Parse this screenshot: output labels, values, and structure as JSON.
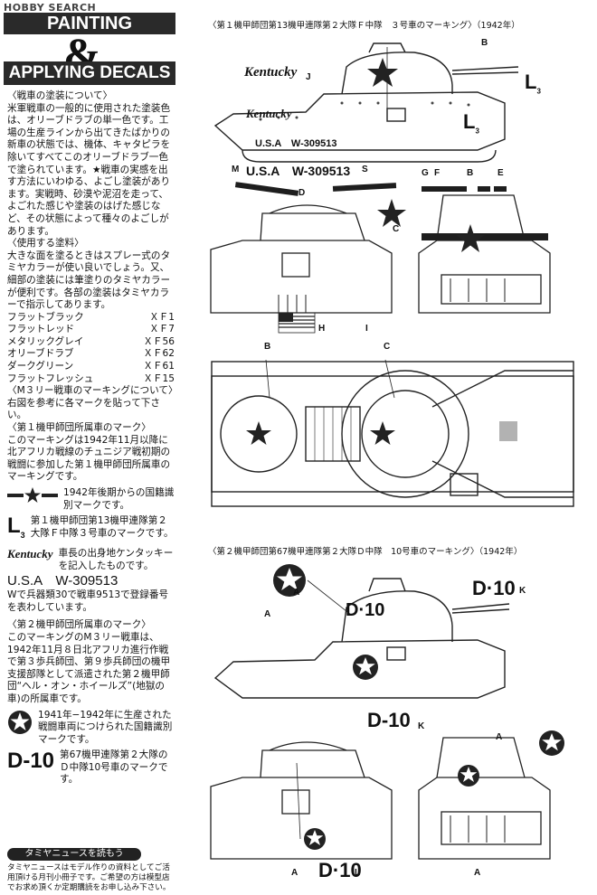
{
  "watermark": "HOBBY SEARCH",
  "header": {
    "line1": "PAINTING",
    "amp": "&",
    "line2": "APPLYING DECALS"
  },
  "intro": {
    "heading": "〈戦車の塗装について〉",
    "text": "米軍戦車の一般的に使用された塗装色は、オリーブドラブの単一色です。工場の生産ラインから出てきたばかりの新車の状態では、機体、キャタピラを除いてすべてこのオリーブドラブ一色で塗られています。★戦車の実感を出す方法にいわゆる、よごし塗装があります。実戦時、砂漠や泥沼を走って、よごれた感じや塗装のはげた感じなど、その状態によって種々のよごしがあります。"
  },
  "paints": {
    "heading": "〈使用する塗料〉",
    "text": "大きな面を塗るときはスプレー式のタミヤカラーが使い良いでしょう。又、細部の塗装には筆塗りのタミヤカラーが便利です。各部の塗装はタミヤカラーで指示してあります。",
    "items": [
      {
        "name": "フラットブラック",
        "code": "ＸＦ1"
      },
      {
        "name": "フラットレッド",
        "code": "ＸＦ7"
      },
      {
        "name": "メタリックグレイ",
        "code": "ＸＦ56"
      },
      {
        "name": "オリーブドラブ",
        "code": "ＸＦ62"
      },
      {
        "name": "ダークグリーン",
        "code": "ＸＦ61"
      },
      {
        "name": "フラットフレッシュ",
        "code": "ＸＦ15"
      }
    ]
  },
  "marking": {
    "heading": "〈M３リー戦車のマーキングについて〉",
    "text": "右図を参考に各マークを貼って下さい。",
    "div1_heading": "〈第１機甲師団所属車のマーク〉",
    "div1_text": "このマーキングは1942年11月以降に北アフリカ戦線のチュニジア戦初期の戦闘に参加した第１機甲師団所属車のマーキングです。",
    "sym1_text": "1942年後期からの国籍識別マークです。",
    "sym2_glyph": "L",
    "sym2_sub": "3",
    "sym2_text": "第１機甲師団第13機甲連隊第２大隊Ｆ中隊３号車のマークです。",
    "sym3_glyph": "Kentucky",
    "sym3_text": "車長の出身地ケンタッキーを記入したものです。",
    "usa_number": "U.S.A　W-309513",
    "usa_text": "Wで兵器類30で戦車9513で登録番号を表わしています。",
    "div2_heading": "〈第２機甲師団所属車のマーク〉",
    "div2_text": "このマーキングのM３リー戦車は、1942年11月８日北アフリカ進行作戦で第３歩兵師団、第９歩兵師団の機甲支援部隊として派遣された第２機甲師団“ヘル・オン・ホイールズ”(地獄の車)の所属車です。",
    "sym4_text": "1941年−1942年に生産された戦闘車両につけられた国籍識別マークです。",
    "sym5_glyph": "D-10",
    "sym5_text": "第67機甲連隊第２大隊のＤ中隊10号車のマークです。"
  },
  "news": {
    "banner": "タミヤニュースを読もう",
    "text": "タミヤニュースはモデル作りの資料としてご活用頂ける月刊小冊子です。ご希望の方は模型店でお求め頂くか定期購読をお申し込み下さい。"
  },
  "captions": {
    "top": "〈第１機甲師団第13機甲連隊第２大隊Ｆ中隊　３号車のマーキング〉（1942年）",
    "bottom": "〈第２機甲師団第67機甲連隊第２大隊Ｄ中隊　10号車のマーキング〉（1942年）"
  },
  "diagram_labels": {
    "kentucky_side": "Kentucky",
    "kentucky_hull": "Kentucky",
    "hull_number": "U.S.A　W-309513",
    "decal_strip": "U.S.A　W-309513",
    "d10_top": "D·10",
    "d10_mid": "D·10",
    "d10_front": "D-10",
    "d10_rear": "D·10",
    "B": "B",
    "J": "J",
    "L3": "L",
    "L3sub": "3",
    "L3b": "L",
    "L3bsub": "3",
    "M": "M",
    "S": "S",
    "G": "G",
    "F": "F",
    "E": "E",
    "D": "D",
    "C": "C",
    "H": "H",
    "I": "I",
    "K": "K",
    "L": "L",
    "A": "A"
  },
  "colors": {
    "star_mark": "#222222",
    "decal_bar": "#1e1e1e",
    "line": "#222222"
  }
}
